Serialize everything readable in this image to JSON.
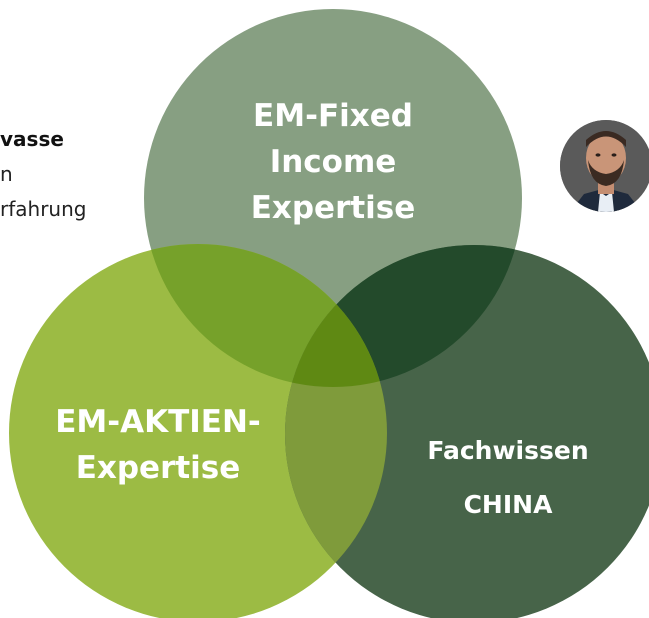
{
  "bio": {
    "name_fragment": "vasse",
    "line2_fragment": "n",
    "line3_fragment": "rfahrung"
  },
  "venn": {
    "circles": [
      {
        "id": "fixed-income",
        "label_lines": [
          "EM-Fixed",
          "Income",
          "Expertise"
        ],
        "color": "#879f82"
      },
      {
        "id": "equities",
        "label_lines": [
          "EM-AKTIEN-",
          "Expertise"
        ],
        "color": "#9cbb44"
      },
      {
        "id": "china",
        "label_lines": [
          "Fachwissen",
          "CHINA"
        ],
        "color": "#476449"
      }
    ],
    "overlap_colors": {
      "fixed_equities": "#76a12a",
      "fixed_china": "#234a2b",
      "equities_china": "#7f9b3b",
      "center": "#5f8913"
    }
  },
  "portrait": {
    "alt": "portrait photo"
  }
}
